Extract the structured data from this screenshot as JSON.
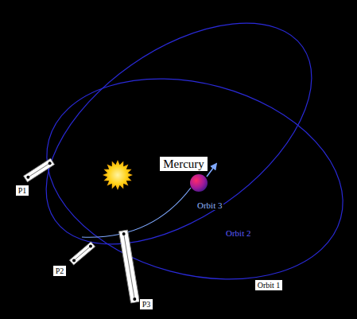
{
  "diagram": {
    "nodes": [
      {
        "text": [
          "Mercury"
        ]
      },
      {
        "text": [
          "P1"
        ]
      },
      {
        "text": [
          "P2"
        ]
      },
      {
        "text": [
          "Orbit 1"
        ]
      },
      {
        "text": [
          "P3"
        ]
      }
    ],
    "labels": [
      "Orbit 3",
      "Orbit 2"
    ]
  }
}
